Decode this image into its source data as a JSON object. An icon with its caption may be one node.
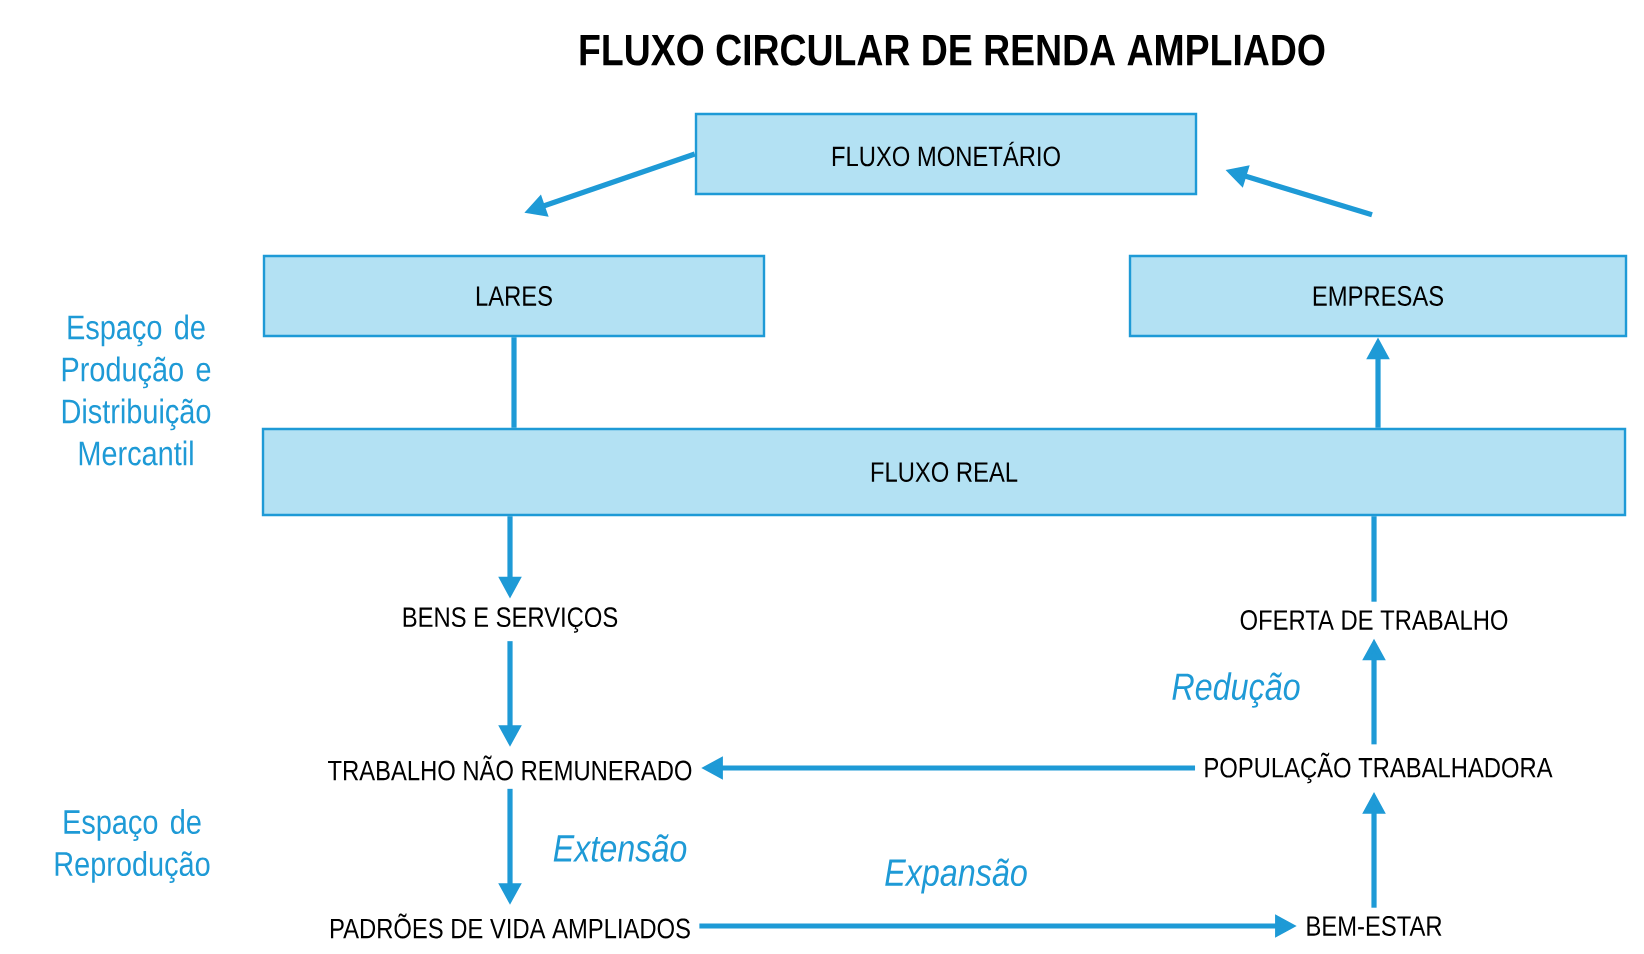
{
  "diagram": {
    "title": "FLUXO CIRCULAR DE RENDA AMPLIADO",
    "nodes": [
      {
        "text": [
          "FLUXO MONETÁRIO"
        ]
      },
      {
        "text": [
          "LARES"
        ]
      },
      {
        "text": [
          "EMPRESAS"
        ]
      },
      {
        "text": [
          "FLUXO REAL"
        ]
      },
      {
        "text": [
          "BENS E SERVIÇOS"
        ]
      },
      {
        "text": [
          "OFERTA DE TRABALHO"
        ]
      },
      {
        "text": [
          "TRABALHO NÃO REMUNERADO"
        ]
      },
      {
        "text": [
          "POPULAÇÃO TRABALHADORA"
        ]
      },
      {
        "text": [
          "PADRÕES DE VIDA AMPLIADOS"
        ]
      },
      {
        "text": [
          "BEM-ESTAR"
        ]
      }
    ],
    "edges": [
      {
        "from": 0,
        "to": 1,
        "arrow": "to"
      },
      {
        "from": 2,
        "to": 0,
        "arrow": "to"
      },
      {
        "from": 1,
        "to": 3,
        "arrow": "none"
      },
      {
        "from": 3,
        "to": 4,
        "arrow": "to"
      },
      {
        "from": 5,
        "to": 3,
        "arrow": "none"
      },
      {
        "from": 3,
        "to": 2,
        "arrow": "to"
      },
      {
        "from": 4,
        "to": 6,
        "arrow": "to"
      },
      {
        "from": 6,
        "to": 8,
        "arrow": "to",
        "label": "Extensão"
      },
      {
        "from": 7,
        "to": 6,
        "arrow": "to"
      },
      {
        "from": 7,
        "to": 5,
        "arrow": "to",
        "label": "Redução"
      },
      {
        "from": 9,
        "to": 7,
        "arrow": "to"
      },
      {
        "from": 8,
        "to": 9,
        "arrow": "to",
        "label": "Expansão"
      }
    ],
    "labels": [
      "Espaço de Produção e Distribuição Mercantil",
      "Espaço de Reprodução"
    ]
  }
}
